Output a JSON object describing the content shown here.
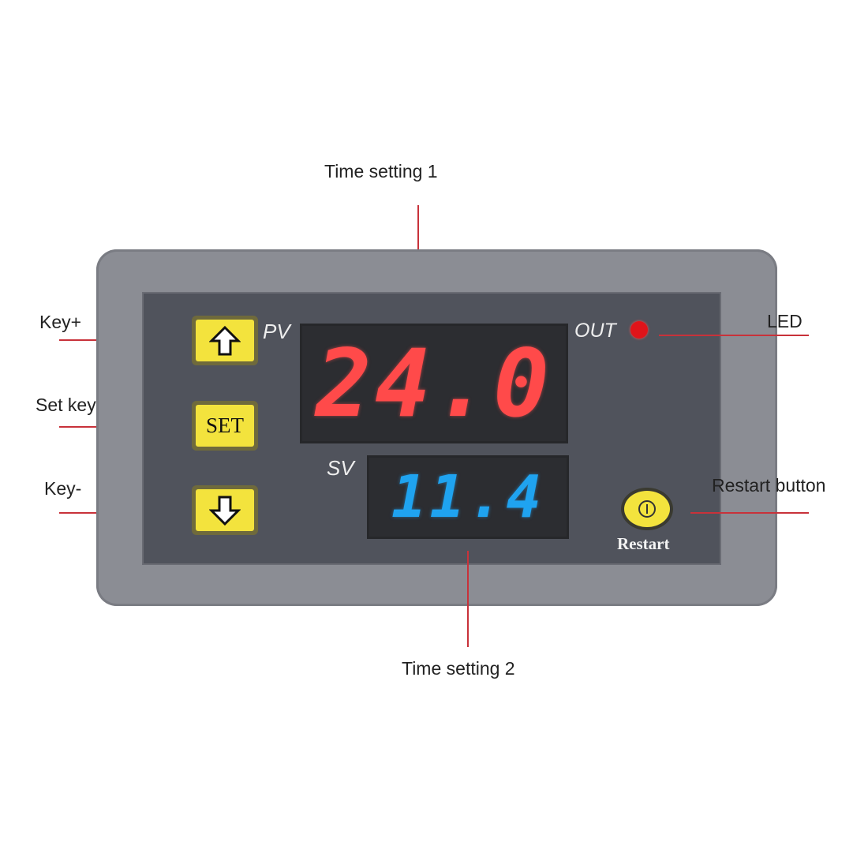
{
  "callouts": {
    "time_setting_1": "Time setting 1",
    "time_setting_2": "Time setting 2",
    "key_plus": "Key+",
    "set_key": "Set key",
    "key_minus": "Key-",
    "led": "LED",
    "restart_button": "Restart button"
  },
  "panel": {
    "pv_label": "PV",
    "sv_label": "SV",
    "out_label": "OUT",
    "set_label": "SET",
    "restart_label": "Restart"
  },
  "displays": {
    "pv_value": "24.0",
    "sv_value": "11.4"
  },
  "colors": {
    "pv_digits": "#ff4a4a",
    "sv_digits": "#1fa3f0",
    "led": "#e0141a",
    "keys": "#f3e33d",
    "callout_lines": "#c8323a"
  },
  "icons": {
    "key_plus": "arrow-up-icon",
    "key_minus": "arrow-down-icon",
    "restart": "power-icon"
  }
}
